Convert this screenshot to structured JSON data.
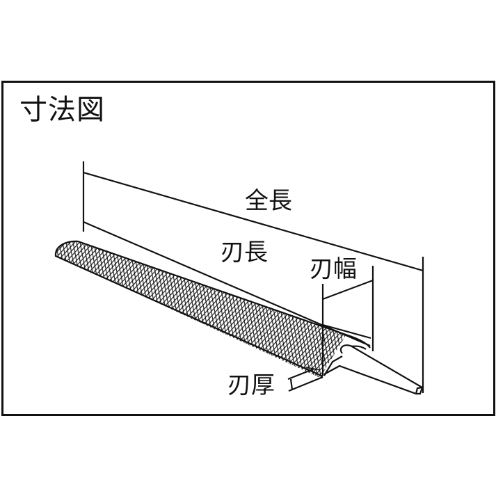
{
  "title": "寸法図",
  "labels": {
    "overall_length": "全長",
    "blade_length": "刃長",
    "blade_width": "刃幅",
    "blade_thickness": "刃厚"
  },
  "colors": {
    "line": "#111111",
    "background": "#ffffff"
  }
}
